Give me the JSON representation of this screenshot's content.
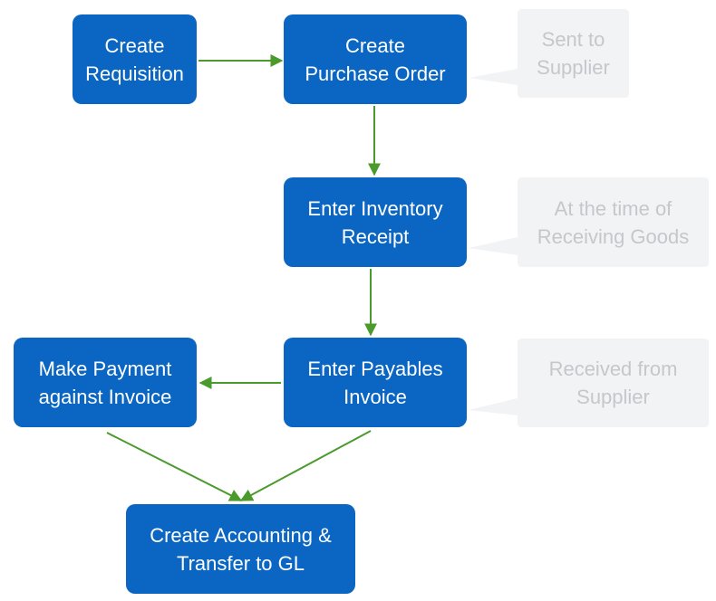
{
  "colors": {
    "node_fill": "#0a66c2",
    "node_text": "#ffffff",
    "connector": "#4a9a2c",
    "callout_fill": "#f2f3f4",
    "callout_text": "#c4c8cc"
  },
  "nodes": {
    "create_requisition": {
      "line1": "Create",
      "line2": "Requisition"
    },
    "create_purchase_order": {
      "line1": "Create",
      "line2": "Purchase Order"
    },
    "enter_inventory_receipt": {
      "line1": "Enter Inventory",
      "line2": "Receipt"
    },
    "enter_payables_invoice": {
      "line1": "Enter Payables",
      "line2": "Invoice"
    },
    "make_payment": {
      "line1": "Make Payment",
      "line2": "against Invoice"
    },
    "create_accounting": {
      "line1": "Create Accounting &",
      "line2": "Transfer to GL"
    }
  },
  "callouts": {
    "sent_to_supplier": {
      "line1": "Sent to",
      "line2": "Supplier"
    },
    "receiving_goods": {
      "line1": "At the time of",
      "line2": "Receiving Goods"
    },
    "received_from_supplier": {
      "line1": "Received from",
      "line2": "Supplier"
    }
  }
}
